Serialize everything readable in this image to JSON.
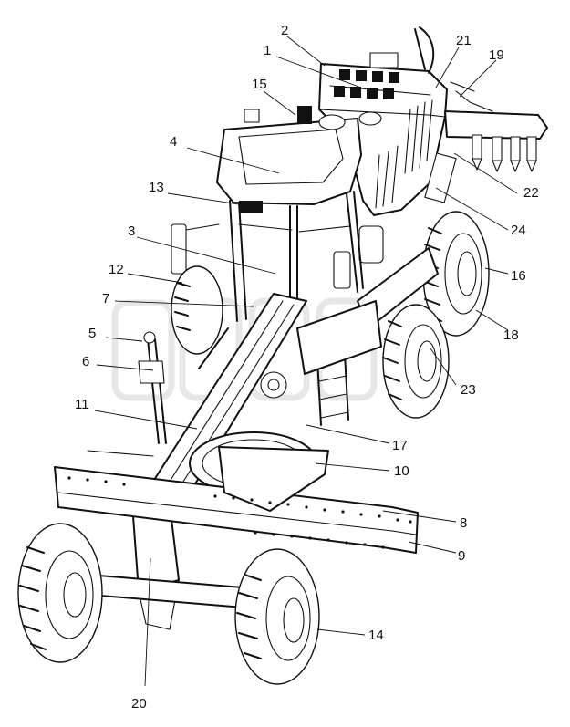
{
  "callouts": [
    {
      "id": "1",
      "text": "1"
    },
    {
      "id": "2",
      "text": "2"
    },
    {
      "id": "3",
      "text": "3"
    },
    {
      "id": "4",
      "text": "4"
    },
    {
      "id": "5",
      "text": "5"
    },
    {
      "id": "6",
      "text": "6"
    },
    {
      "id": "7",
      "text": "7"
    },
    {
      "id": "8",
      "text": "8"
    },
    {
      "id": "9",
      "text": "9"
    },
    {
      "id": "10",
      "text": "10"
    },
    {
      "id": "11",
      "text": "11"
    },
    {
      "id": "12",
      "text": "12"
    },
    {
      "id": "13",
      "text": "13"
    },
    {
      "id": "14",
      "text": "14"
    },
    {
      "id": "15",
      "text": "15"
    },
    {
      "id": "16",
      "text": "16"
    },
    {
      "id": "17",
      "text": "17"
    },
    {
      "id": "18",
      "text": "18"
    },
    {
      "id": "19",
      "text": "19"
    },
    {
      "id": "20",
      "text": "20"
    },
    {
      "id": "21",
      "text": "21"
    },
    {
      "id": "22",
      "text": "22"
    },
    {
      "id": "23",
      "text": "23"
    },
    {
      "id": "24",
      "text": "24"
    }
  ],
  "colors": {
    "line": "#111111",
    "background": "#ffffff",
    "watermark": "#cfd3d6"
  }
}
